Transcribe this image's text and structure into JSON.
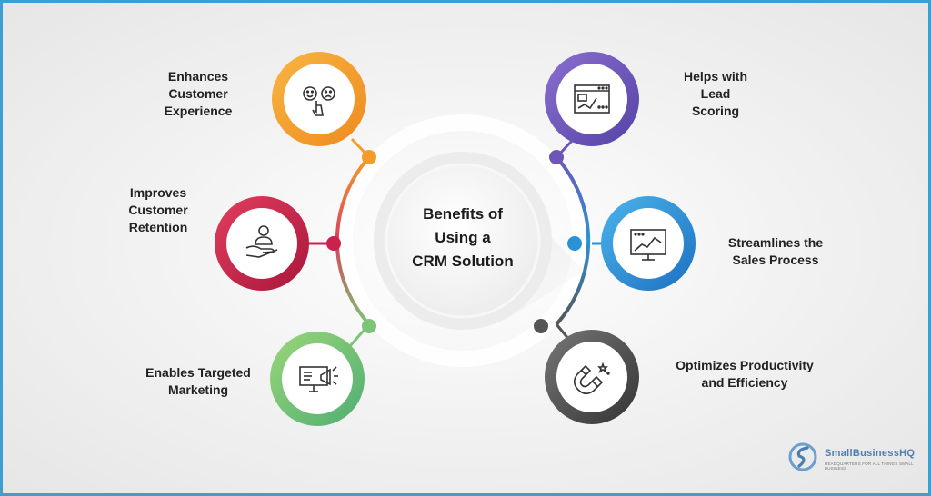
{
  "center": {
    "title": "Benefits of\nUsing a\nCRM Solution"
  },
  "benefits": [
    {
      "label": "Enhances Customer\nExperience",
      "icon": "feedback-faces-icon",
      "color": "#f39c2a"
    },
    {
      "label": "Improves Customer\nRetention",
      "icon": "hand-holding-person-icon",
      "color": "#c9224c"
    },
    {
      "label": "Enables Targeted\nMarketing",
      "icon": "megaphone-screen-icon",
      "color": "#7cc576"
    },
    {
      "label": "Helps with Lead\nScoring",
      "icon": "browser-chart-icon",
      "color": "#6d56b8"
    },
    {
      "label": "Streamlines the\nSales Process",
      "icon": "monitor-chart-icon",
      "color": "#2a93d6"
    },
    {
      "label": "Optimizes Productivity\nand Efficiency",
      "icon": "magnet-icon",
      "color": "#555555"
    }
  ],
  "logo": {
    "name": "SmallBusinessHQ",
    "tagline": "HEADQUARTERS FOR ALL THINGS SMALL BUSINESS"
  }
}
